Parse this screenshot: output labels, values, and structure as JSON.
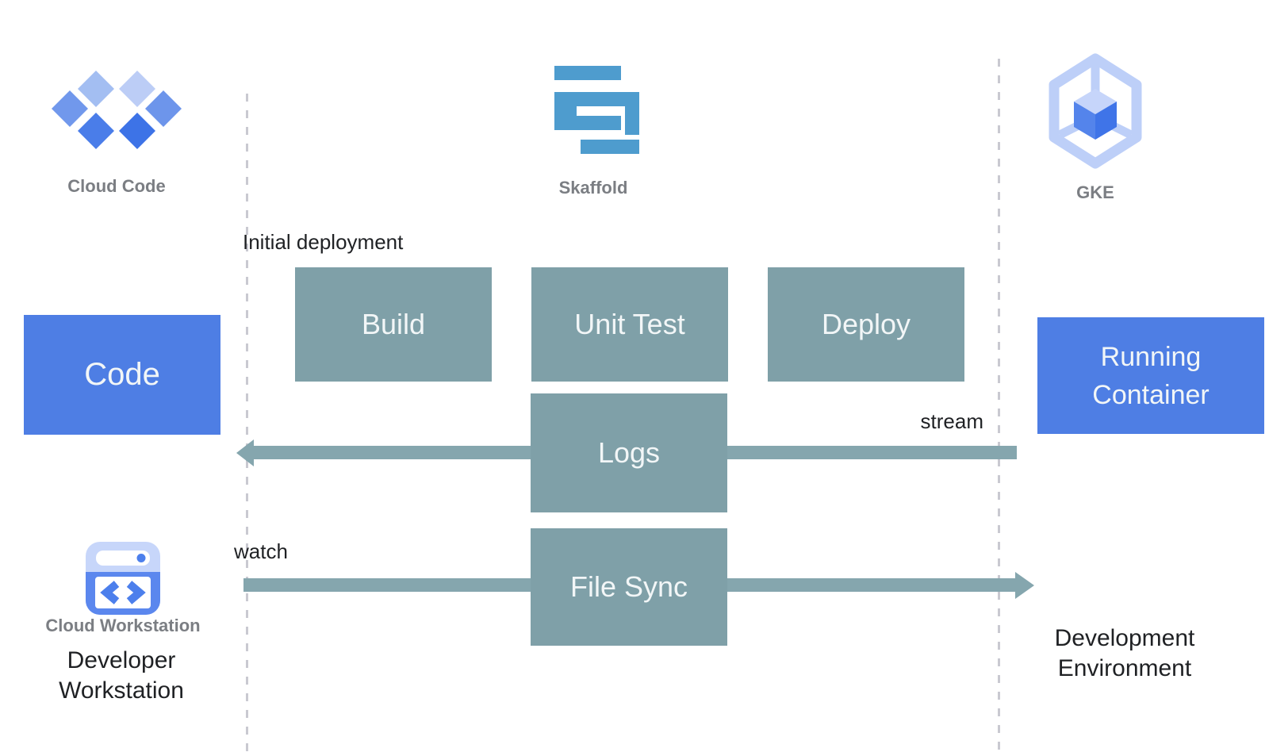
{
  "colors": {
    "process_box": "#7fa0a8",
    "artifact_box": "#4e7ee4",
    "arrow": "#85a6ae",
    "skaffold_blue": "#4e9cce",
    "icon_blue_light": "#c7d6fa",
    "icon_blue_medium": "#5b87ee",
    "icon_blue_dark": "#3f74e8",
    "tool_label_gray": "#7b7e83",
    "text_black": "#1f2124",
    "dashed_line": "#c9c9d1"
  },
  "tools": {
    "cloud_code": {
      "name": "Cloud Code"
    },
    "skaffold": {
      "name": "Skaffold"
    },
    "gke": {
      "name": "GKE"
    },
    "cloud_workstation": {
      "name": "Cloud Workstation"
    }
  },
  "nodes": {
    "code": {
      "label": "Code"
    },
    "build": {
      "label": "Build"
    },
    "unit_test": {
      "label": "Unit Test"
    },
    "deploy": {
      "label": "Deploy"
    },
    "logs": {
      "label": "Logs"
    },
    "file_sync": {
      "label": "File Sync"
    },
    "running_container": {
      "label": "Running Container"
    }
  },
  "flows": {
    "initial_deployment": {
      "label": "Initial deployment"
    },
    "logs_stream": {
      "label": "stream",
      "direction": "right-to-left"
    },
    "file_watch": {
      "label": "watch",
      "direction": "left-to-right"
    }
  },
  "zones": {
    "developer_workstation": {
      "label": "Developer Workstation"
    },
    "development_environment": {
      "label": "Development Environment"
    }
  }
}
